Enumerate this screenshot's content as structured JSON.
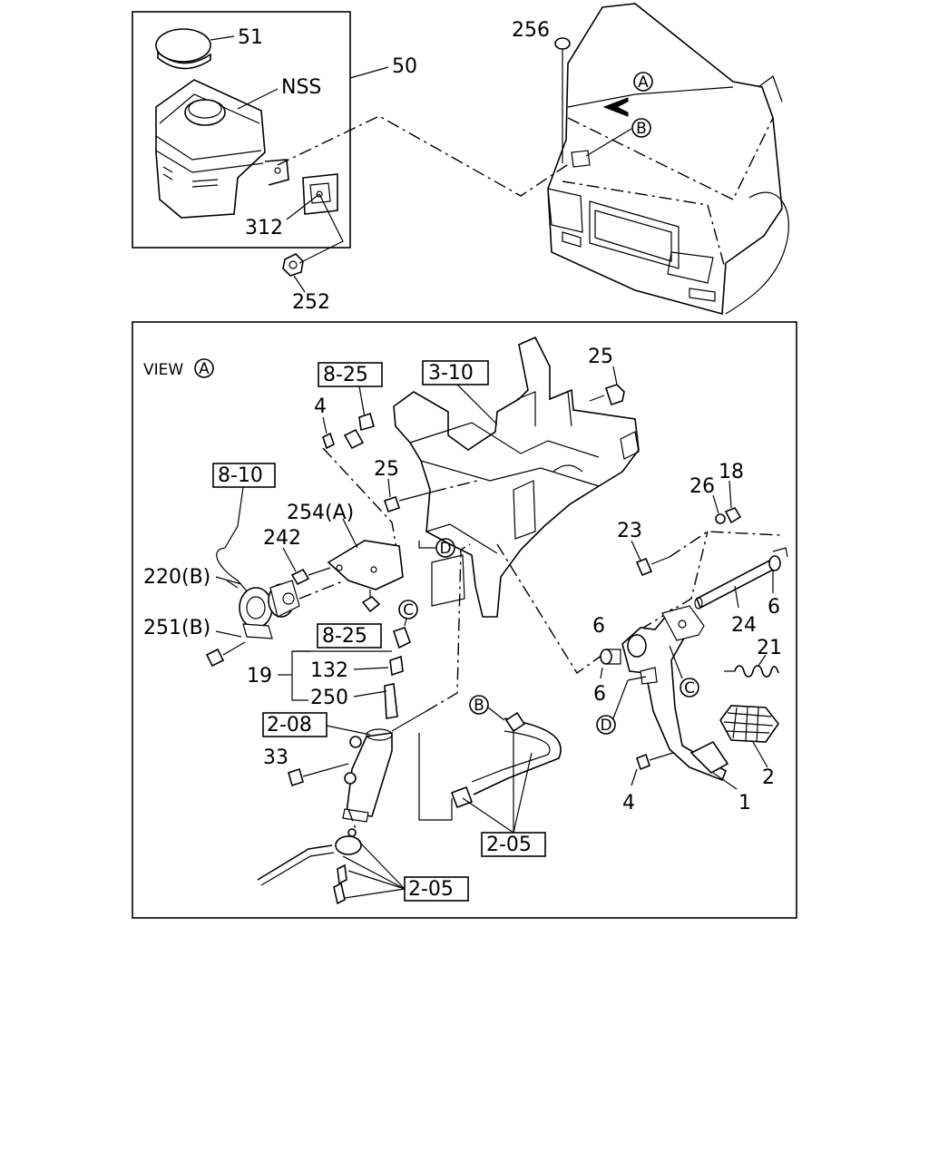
{
  "top_inset": {
    "labels": {
      "p51": "51",
      "pNSS": "NSS",
      "p50": "50",
      "p312": "312",
      "p252": "252",
      "p256": "256",
      "refA": "A",
      "refB": "B"
    }
  },
  "view_panel": {
    "title": "VIEW",
    "title_ref": "A",
    "boxed_refs": {
      "r3_10": "3-10",
      "r8_25_top": "8-25",
      "r8_10": "8-10",
      "r8_25_mid": "8-25",
      "r2_08": "2-08",
      "r2_05_right": "2-05",
      "r2_05_bottom": "2-05"
    },
    "labels": {
      "p25a": "25",
      "p4a": "4",
      "p25b": "25",
      "p254A": "254(A)",
      "p242": "242",
      "p220B": "220(B)",
      "p251B": "251(B)",
      "p19": "19",
      "p132": "132",
      "p250": "250",
      "p33": "33",
      "p26": "26",
      "p18": "18",
      "p23": "23",
      "p6a": "6",
      "p24": "24",
      "p21": "21",
      "p6b": "6",
      "p2": "2",
      "p4b": "4",
      "p1": "1"
    },
    "circle_refs": {
      "cD1": "D",
      "cC1": "C",
      "cB": "B",
      "cC2": "C",
      "cD2": "D"
    }
  }
}
